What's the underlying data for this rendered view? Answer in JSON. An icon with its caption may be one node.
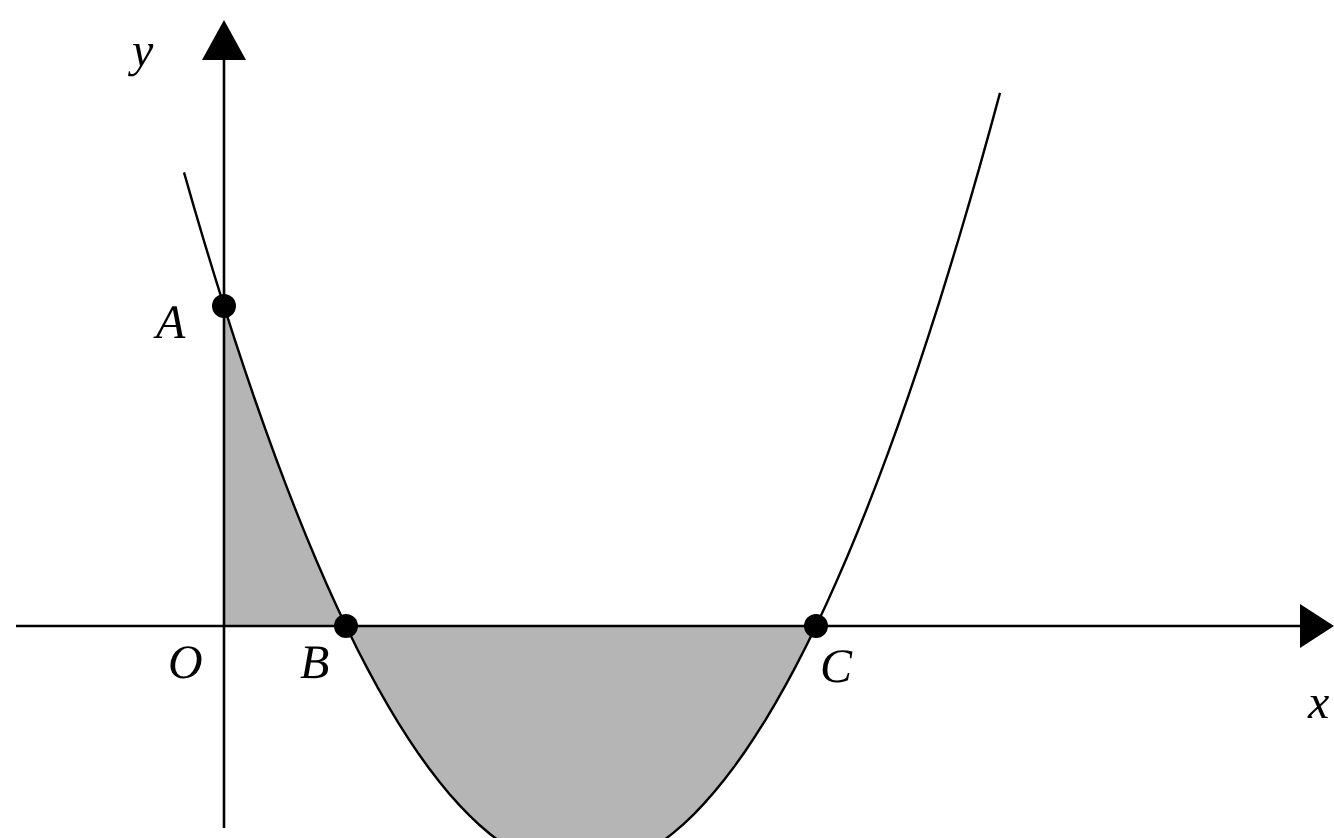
{
  "diagram": {
    "labels": [
      "y",
      "A",
      "O",
      "B",
      "C",
      "x"
    ]
  }
}
